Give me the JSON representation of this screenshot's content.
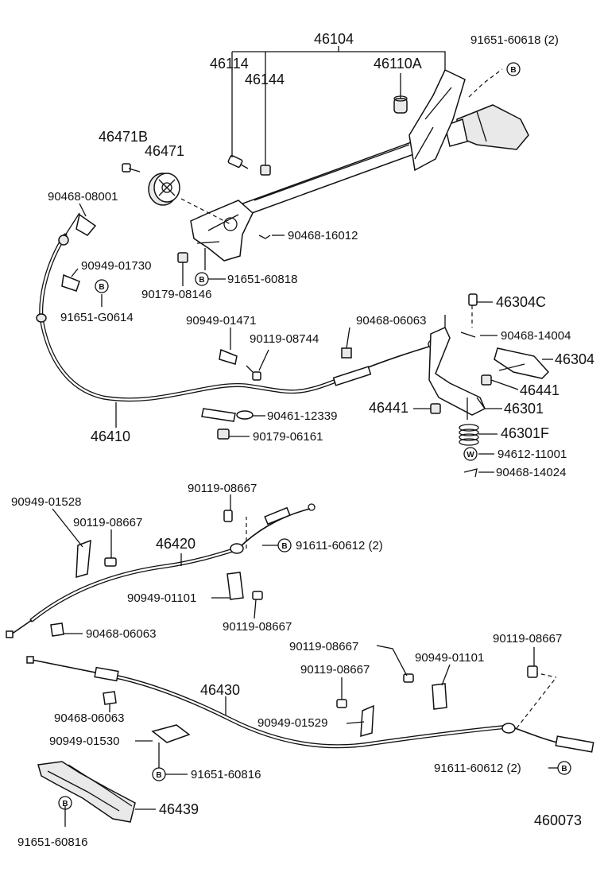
{
  "labels": {
    "p46104": "46104",
    "p46114": "46114",
    "p46144": "46144",
    "p46110A": "46110A",
    "p91651_60618": "91651-60618 (2)",
    "p46471B": "46471B",
    "p46471": "46471",
    "p90468_08001": "90468-08001",
    "p90468_16012": "90468-16012",
    "p90949_01730": "90949-01730",
    "p91651_G0614": "91651-G0614",
    "p90179_08146": "90179-08146",
    "p91651_60818": "91651-60818",
    "p46304C": "46304C",
    "p90949_01471": "90949-01471",
    "p90468_06063_a": "90468-06063",
    "p90468_14004": "90468-14004",
    "p90119_08744": "90119-08744",
    "p46304": "46304",
    "p46441_a": "46441",
    "p46441_b": "46441",
    "p46301": "46301",
    "p90461_12339": "90461-12339",
    "p46410": "46410",
    "p90179_06161": "90179-06161",
    "p46301F": "46301F",
    "p94612_11001": "94612-11001",
    "p90468_14024": "90468-14024",
    "p90119_08667_a": "90119-08667",
    "p90949_01528": "90949-01528",
    "p90119_08667_b": "90119-08667",
    "p46420": "46420",
    "p91611_60612_a": "91611-60612 (2)",
    "p90949_01101_a": "90949-01101",
    "p90119_08667_c": "90119-08667",
    "p90468_06063_b": "90468-06063",
    "p90119_08667_d": "90119-08667",
    "p90119_08667_e": "90119-08667",
    "p90949_01101_b": "90949-01101",
    "p90119_08667_f": "90119-08667",
    "p46430": "46430",
    "p90468_06063_c": "90468-06063",
    "p90949_01529": "90949-01529",
    "p90949_01530": "90949-01530",
    "p91651_60816_a": "91651-60816",
    "p91611_60612_b": "91611-60612 (2)",
    "p46439": "46439",
    "p91651_60816_b": "91651-60816",
    "p460073": "460073"
  },
  "badges": {
    "B": "B",
    "W": "W"
  }
}
